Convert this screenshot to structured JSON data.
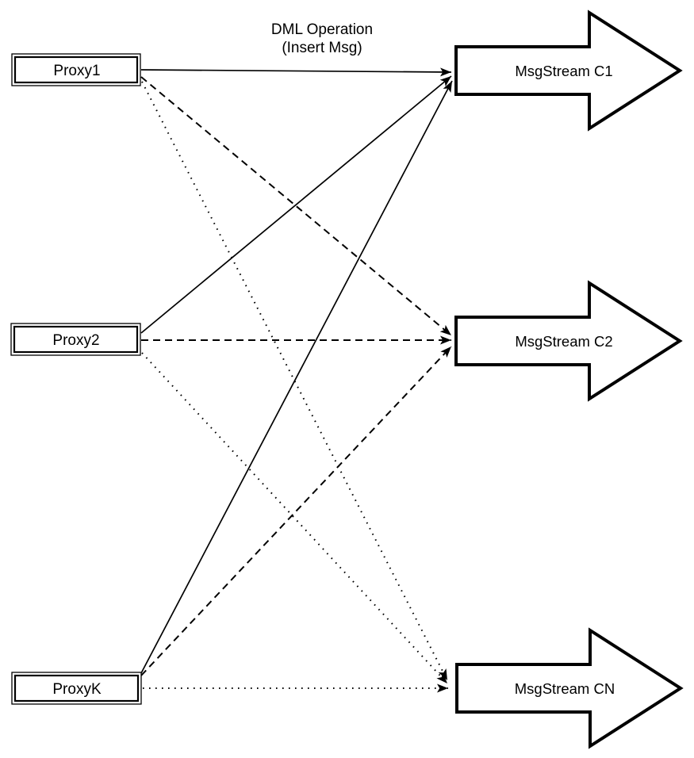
{
  "title": {
    "line1": "DML Operation",
    "line2": "(Insert Msg)"
  },
  "proxies": [
    {
      "id": "proxy1",
      "label": "Proxy1"
    },
    {
      "id": "proxy2",
      "label": "Proxy2"
    },
    {
      "id": "proxyk",
      "label": "ProxyK"
    }
  ],
  "streams": [
    {
      "id": "c1",
      "label": "MsgStream C1"
    },
    {
      "id": "c2",
      "label": "MsgStream C2"
    },
    {
      "id": "cn",
      "label": "MsgStream CN"
    }
  ],
  "edges": [
    {
      "from": "Proxy1",
      "to": "MsgStream C1",
      "style": "solid"
    },
    {
      "from": "Proxy2",
      "to": "MsgStream C1",
      "style": "solid"
    },
    {
      "from": "ProxyK",
      "to": "MsgStream C1",
      "style": "solid"
    },
    {
      "from": "Proxy1",
      "to": "MsgStream C2",
      "style": "dashed"
    },
    {
      "from": "Proxy2",
      "to": "MsgStream C2",
      "style": "dashed"
    },
    {
      "from": "ProxyK",
      "to": "MsgStream C2",
      "style": "dashed"
    },
    {
      "from": "Proxy1",
      "to": "MsgStream CN",
      "style": "dotted"
    },
    {
      "from": "Proxy2",
      "to": "MsgStream CN",
      "style": "dotted"
    },
    {
      "from": "ProxyK",
      "to": "MsgStream CN",
      "style": "dotted"
    }
  ],
  "colors": {
    "line": "#000000",
    "shape_fill": "#ffffff",
    "background": "#ffffff"
  }
}
